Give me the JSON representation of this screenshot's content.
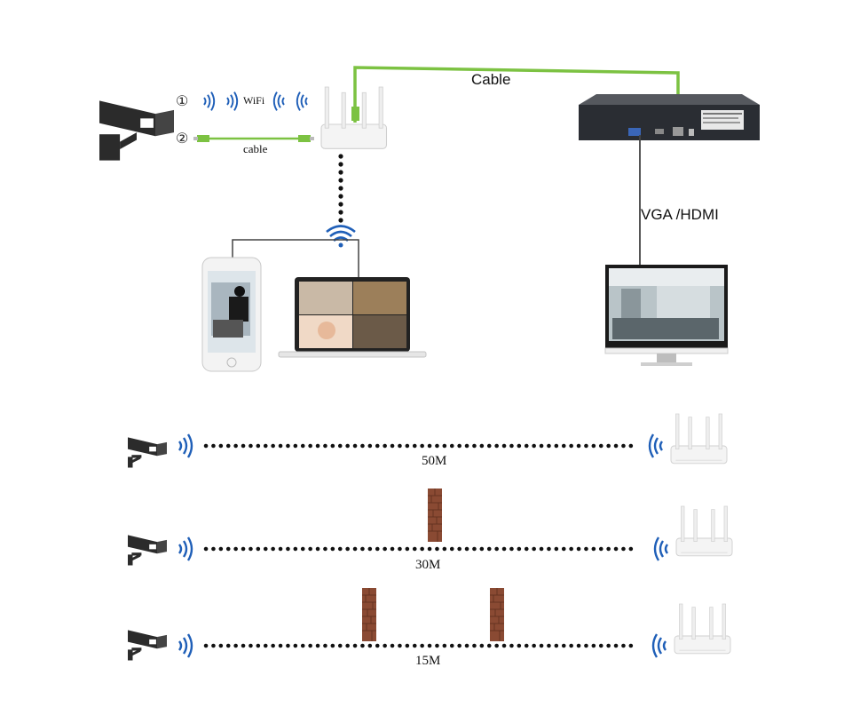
{
  "labels": {
    "cable_top": "Cable",
    "wifi": "WiFi",
    "cable_small": "cable",
    "vga_hdmi": "VGA /HDMI",
    "option_1": "①",
    "option_2": "②"
  },
  "distances": [
    {
      "label": "50M",
      "walls": 0
    },
    {
      "label": "30M",
      "walls": 1
    },
    {
      "label": "15M",
      "walls": 2
    }
  ],
  "colors": {
    "cable_green": "#7cc242",
    "signal_blue": "#1f5fb8",
    "dots": "#111111",
    "brick": "#8a4a33",
    "camera_dark": "#2b2b2b",
    "router_white": "#f4f4f4",
    "nvr_dark": "#2a2d33"
  },
  "icons": [
    "camera-icon",
    "router-icon",
    "nvr-icon",
    "phone-icon",
    "laptop-icon",
    "monitor-icon",
    "wifi-wave-icon",
    "wall-icon",
    "cable-connector-icon"
  ]
}
